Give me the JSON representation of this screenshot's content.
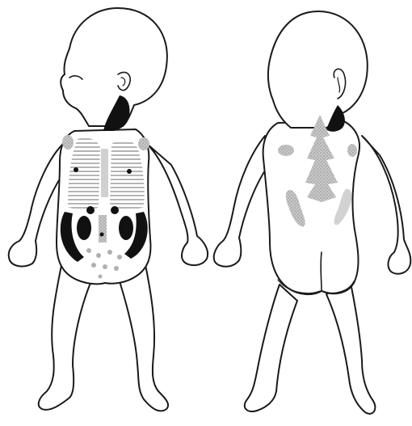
{
  "figure": {
    "views": [
      "front",
      "back"
    ],
    "colors": {
      "outline": "#1a1a1a",
      "dark_region": "#111111",
      "light_region": "#b5b5b5",
      "background": "#ffffff"
    },
    "legend_shades": [
      "dark",
      "light"
    ]
  }
}
